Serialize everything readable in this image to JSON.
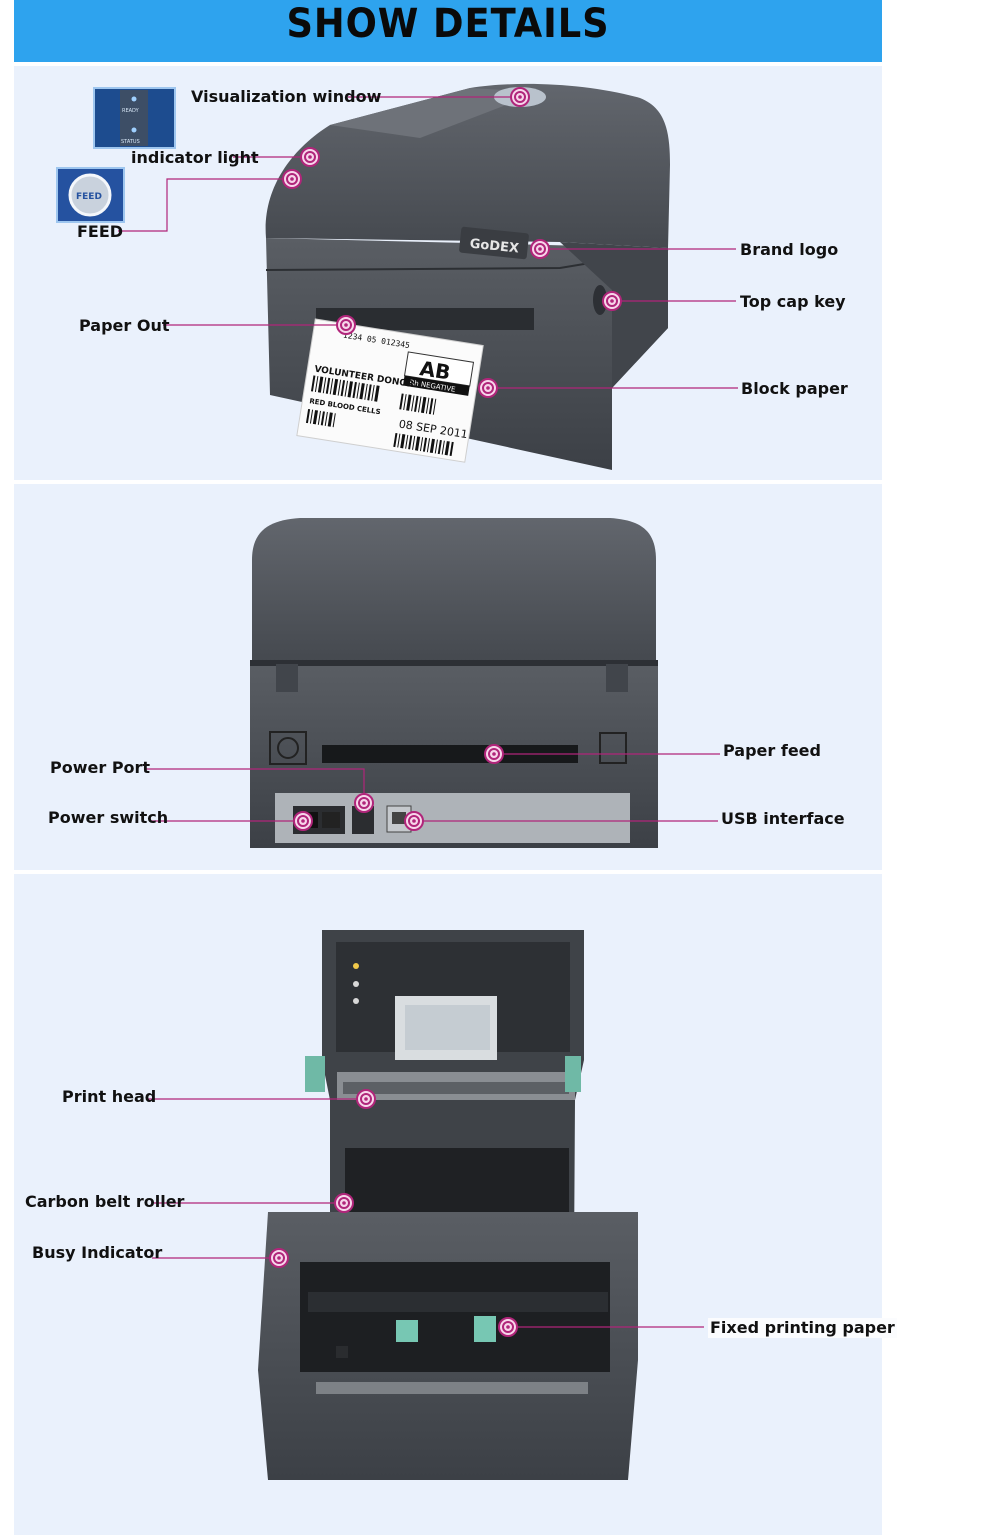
{
  "header": {
    "title": "SHOW DETAILS"
  },
  "colors": {
    "accent": "#2ea3ee",
    "panel": "#eaf1fc",
    "leader": "#b0257a",
    "printer": "#4b4f55"
  },
  "section_front": {
    "labels": {
      "visualization_window": "Visualization window",
      "indicator_light": "indicator light",
      "feed": "FEED",
      "paper_out": "Paper Out",
      "brand_logo": "Brand logo",
      "top_cap_key": "Top cap key",
      "block_paper": "Block paper"
    },
    "indicator_panel": {
      "ready": "READY",
      "status": "STATUS"
    },
    "feed_button": "FEED",
    "printer_brand": "GoDEX",
    "label_print": {
      "code": "1234 05 012345",
      "blood_type": "AB",
      "rh": "Rh NEGATIVE",
      "donor": "VOLUNTEER DONOR",
      "product": "RED BLOOD CELLS",
      "date": "08 SEP 2011"
    }
  },
  "section_rear": {
    "labels": {
      "power_port": "Power Port",
      "power_switch": "Power switch",
      "paper_feed": "Paper feed",
      "usb_interface": "USB interface"
    }
  },
  "section_open": {
    "labels": {
      "print_head": "Print head",
      "carbon_belt_roller": "Carbon belt roller",
      "busy_indicator": "Busy Indicator",
      "fixed_printing_paper": "Fixed printing paper"
    }
  }
}
